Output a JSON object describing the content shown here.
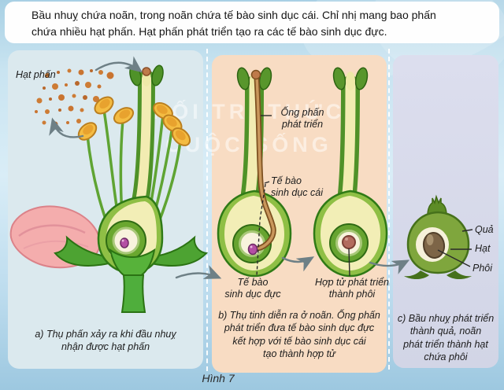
{
  "header": {
    "text": "Bầu nhuỵ chứa noãn, trong noãn chứa tế bào sinh dục cái. Chỉ nhị mang bao phấn\nchứa nhiều hạt phấn. Hạt phấn phát triển tạo ra các tế bào sinh dục đực."
  },
  "watermark": {
    "text": "NỐI TRI THỨC\nCUỘC SỐNG"
  },
  "panels": {
    "a": {
      "labels": {
        "pollen": "Hạt phấn"
      },
      "caption": "a) Thụ phấn xảy ra khi đầu nhuỵ\nnhận được hạt phấn"
    },
    "b": {
      "labels": {
        "pollen_tube": "Ống phấn\nphát triển",
        "female_cell": "Tế bào\nsinh dục cái",
        "male_cell": "Tế bào\nsinh dục đực",
        "zygote": "Hợp tử phát triển\nthành phôi"
      },
      "caption": "b) Thụ tinh diễn ra ở noãn. Ống phấn\nphát triển đưa tế bào sinh dục đực\nkết hợp với tế bào sinh dục cái\ntạo thành hợp tử"
    },
    "c": {
      "labels": {
        "fruit": "Quả",
        "seed": "Hạt",
        "embryo": "Phôi"
      },
      "caption": "c) Bầu nhuỵ phát triển\nthành quả, noãn\nphát triển thành hạt\nchứa phôi"
    }
  },
  "figure_caption": "Hình 7",
  "colors": {
    "background_top": "#a8d0e4",
    "background_bottom": "#9dc8e0",
    "header_bg": "#fefefe",
    "panel_a_bg": "#dbe9ee",
    "panel_b_bg": "#f8dcc3",
    "panel_c_bg": "#d6d8e9",
    "pollen_orange": "#cd7c35",
    "arrow_grey": "#6e8086",
    "leaf_green": "#57a02c",
    "dark_green": "#2f7a16",
    "pale_yellow": "#f2eeb6",
    "anther_yellow": "#f4bc42",
    "petal_pink": "#f4adad",
    "pollen_tube_brown": "#c9975c",
    "female_cell_purple": "#b44fa4",
    "zygote_brown": "#b26b5e",
    "fruit_green": "#7fa63d",
    "seed_cream": "#f6f1da",
    "embryo_brown": "#7d6547"
  }
}
